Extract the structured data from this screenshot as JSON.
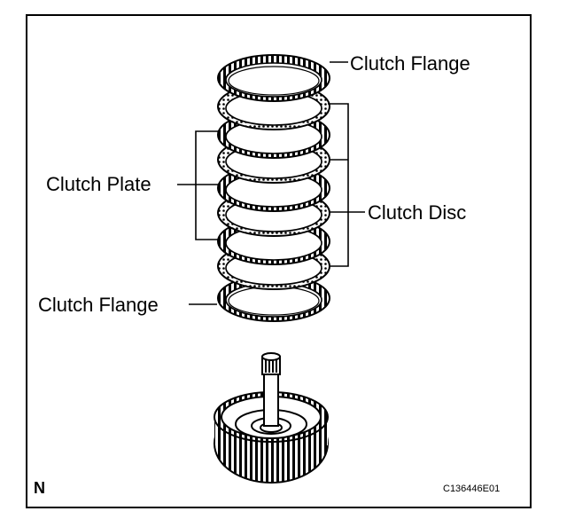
{
  "labels": {
    "flange_top": "Clutch Flange",
    "plate": "Clutch Plate",
    "disc": "Clutch Disc",
    "flange_bottom": "Clutch Flange"
  },
  "orientation_mark": "N",
  "figure_code": "C136446E01",
  "icons": [
    "clutch-flange-ring-icon",
    "clutch-disc-ring-icon",
    "clutch-plate-ring-icon",
    "clutch-hub-shaft-icon"
  ]
}
